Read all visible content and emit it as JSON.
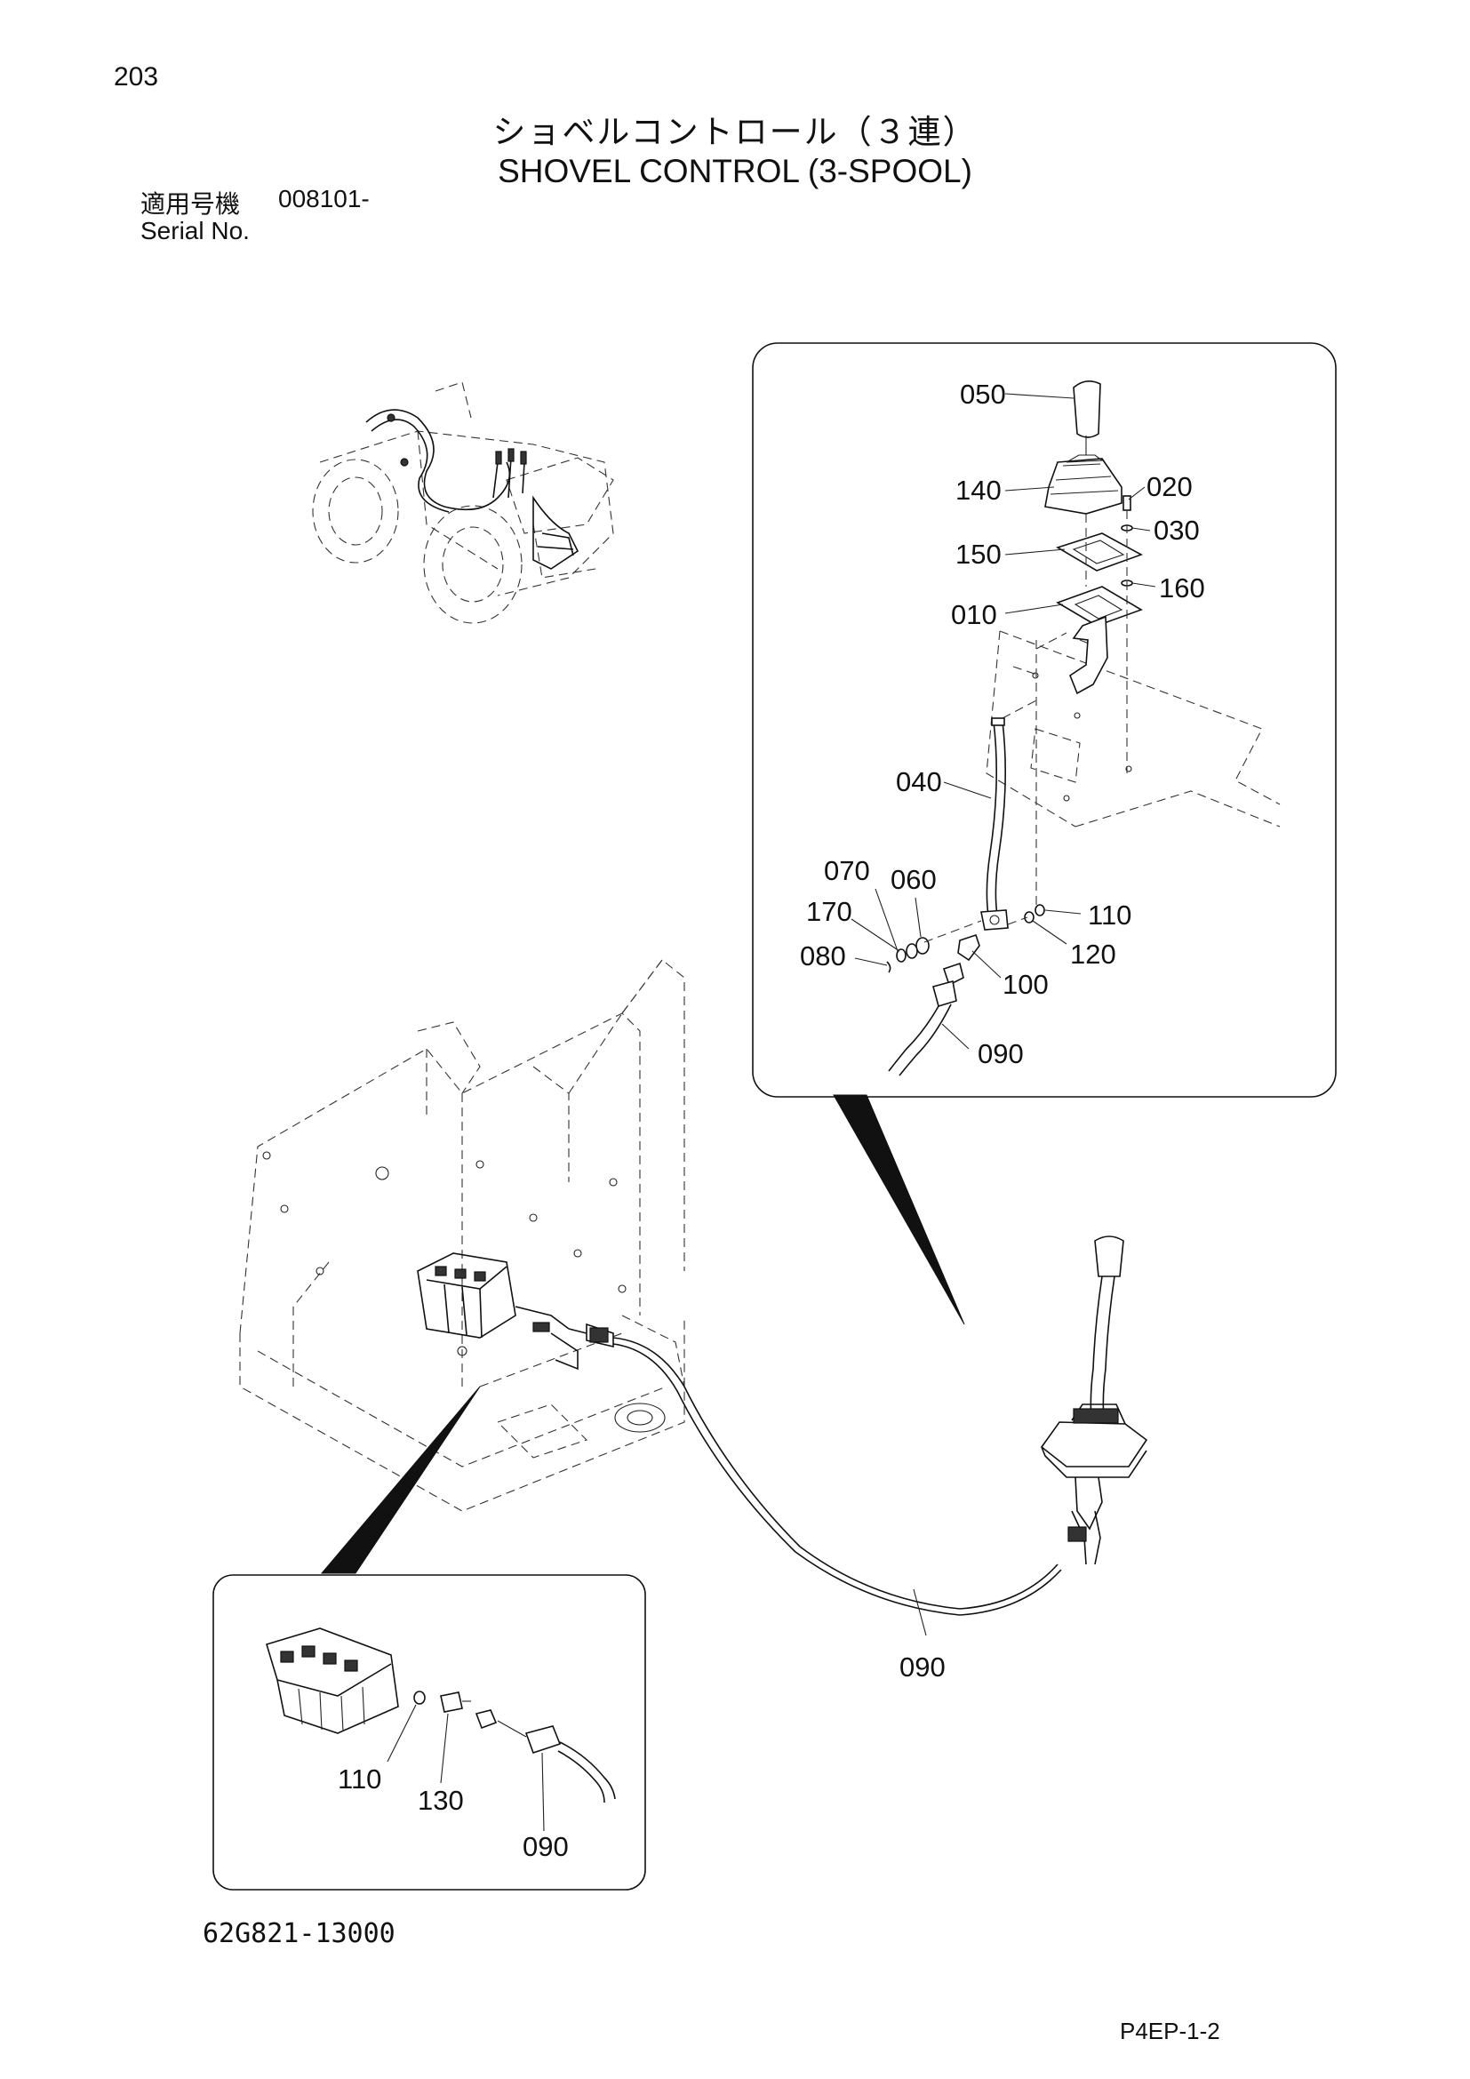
{
  "header": {
    "page_number": "203",
    "title_jp": "ショベルコントロール（３連）",
    "title_en": "SHOVEL CONTROL (3-SPOOL)",
    "serial_label_jp": "適用号機",
    "serial_value": "008101-",
    "serial_label_en": "Serial No."
  },
  "callouts": {
    "c050": "050",
    "c140": "140",
    "c020": "020",
    "c030": "030",
    "c150": "150",
    "c160": "160",
    "c010": "010",
    "c040": "040",
    "c070": "070",
    "c060": "060",
    "c170": "170",
    "c110a": "110",
    "c120": "120",
    "c080": "080",
    "c100": "100",
    "c090a": "090",
    "c090b": "090",
    "c110b": "110",
    "c130": "130",
    "c090c": "090"
  },
  "footer": {
    "part_number": "62G821-13000",
    "page_code": "P4EP-1-2"
  }
}
